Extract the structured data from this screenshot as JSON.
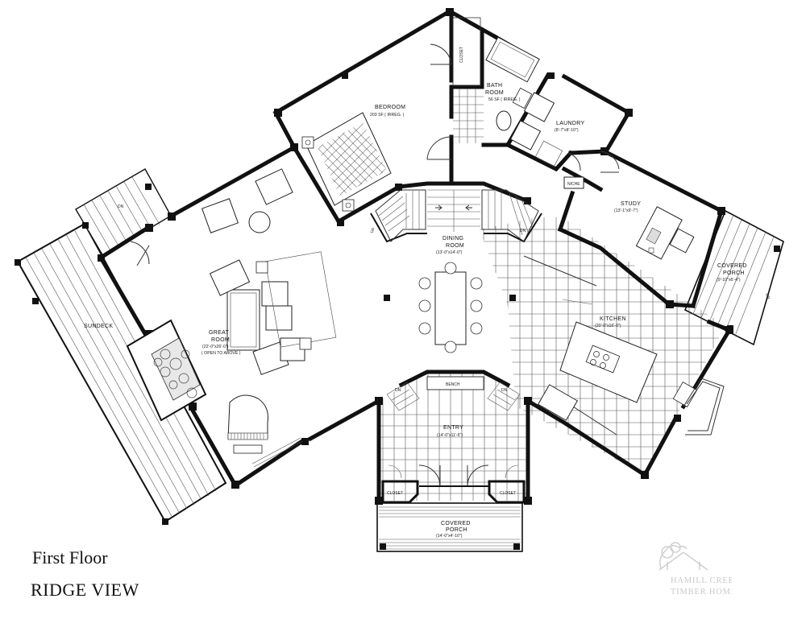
{
  "captions": {
    "floor": "First Floor",
    "model": "RIDGE VIEW"
  },
  "logo": {
    "line1": "HAMILL CREEK",
    "line2": "TIMBER HOMES"
  },
  "rooms": {
    "bedroom": {
      "name": "BEDROOM",
      "dim": "203 SF ( IRREG. )"
    },
    "closet_top": {
      "name": "CLOSET"
    },
    "bath": {
      "name1": "BATH",
      "name2": "ROOM",
      "dim": "56 SF ( IRREG. )"
    },
    "laundry": {
      "name": "LAUNDRY",
      "dim": "(8'-7\"x8'-10\")"
    },
    "niche": {
      "name": "NICHE"
    },
    "study": {
      "name": "STUDY",
      "dim": "(13'-1\"x9'-7\")"
    },
    "covered_porch_right": {
      "name1": "COVERED",
      "name2": "PORCH",
      "dim": "(9'-10\"x6'-4\")"
    },
    "dining": {
      "name1": "DINING",
      "name2": "ROOM",
      "dim": "(13'-0\"x14'-0\")"
    },
    "kitchen": {
      "name": "KITCHEN",
      "dim": "(20'-0\"x16'-0\")"
    },
    "great_room": {
      "name1": "GREAT",
      "name2": "ROOM",
      "dim": "(22'-0\"x26'-0\")",
      "note": "( OPEN TO ABOVE )"
    },
    "sundeck": {
      "name": "SUNDECK"
    },
    "entry": {
      "name": "ENTRY",
      "dim": "(14'-0\"x11'-6\")"
    },
    "bench": {
      "name": "BENCH"
    },
    "closet_left": {
      "name": "CLOSET"
    },
    "closet_right": {
      "name": "CLOSET"
    },
    "covered_porch_front": {
      "name1": "COVERED",
      "name2": "PORCH",
      "dim": "(14'-0\"x4'-10\")"
    }
  },
  "stair_labels": {
    "up": "UP",
    "dn": "DN"
  }
}
